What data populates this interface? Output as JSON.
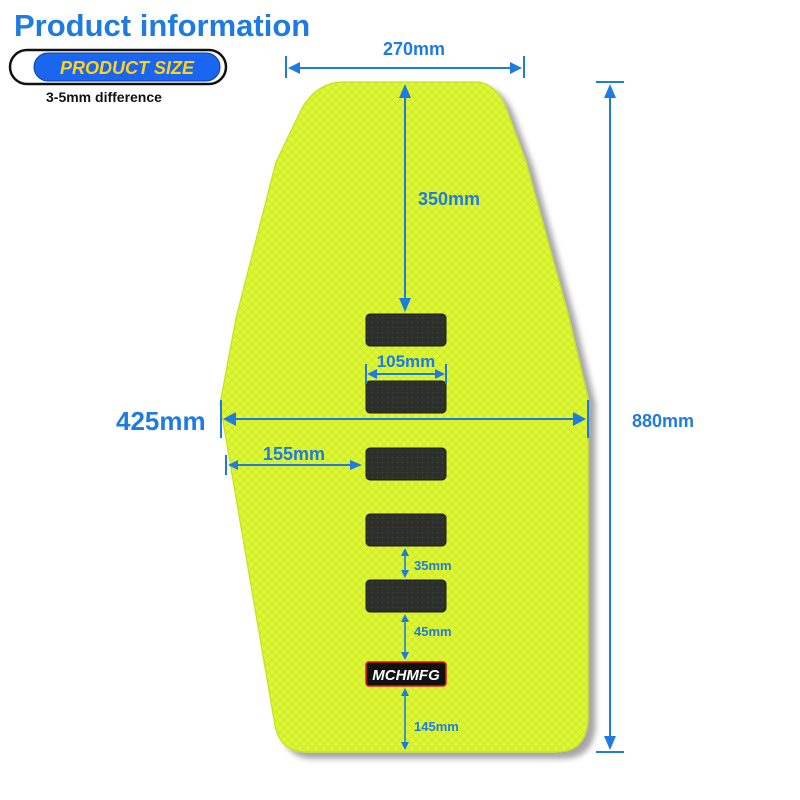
{
  "header": {
    "title": "Product information",
    "badge_label": "PRODUCT SIZE",
    "note": "3-5mm difference"
  },
  "logo": {
    "text": "MCHMFG"
  },
  "dimensions": {
    "top_width": "270mm",
    "top_to_first_rib": "350mm",
    "rib_width": "105mm",
    "max_width": "425mm",
    "side_to_rib": "155mm",
    "total_length": "880mm",
    "rib_gap": "35mm",
    "rib_to_logo": "45mm",
    "logo_to_bottom": "145mm"
  },
  "colors": {
    "accent": "#1f7be0",
    "seat": "#ddf735",
    "rib": "#2c2f2a",
    "badge_fill": "#1a66f0",
    "badge_text": "#ffd21f",
    "logo_accent": "#e01b1b"
  }
}
